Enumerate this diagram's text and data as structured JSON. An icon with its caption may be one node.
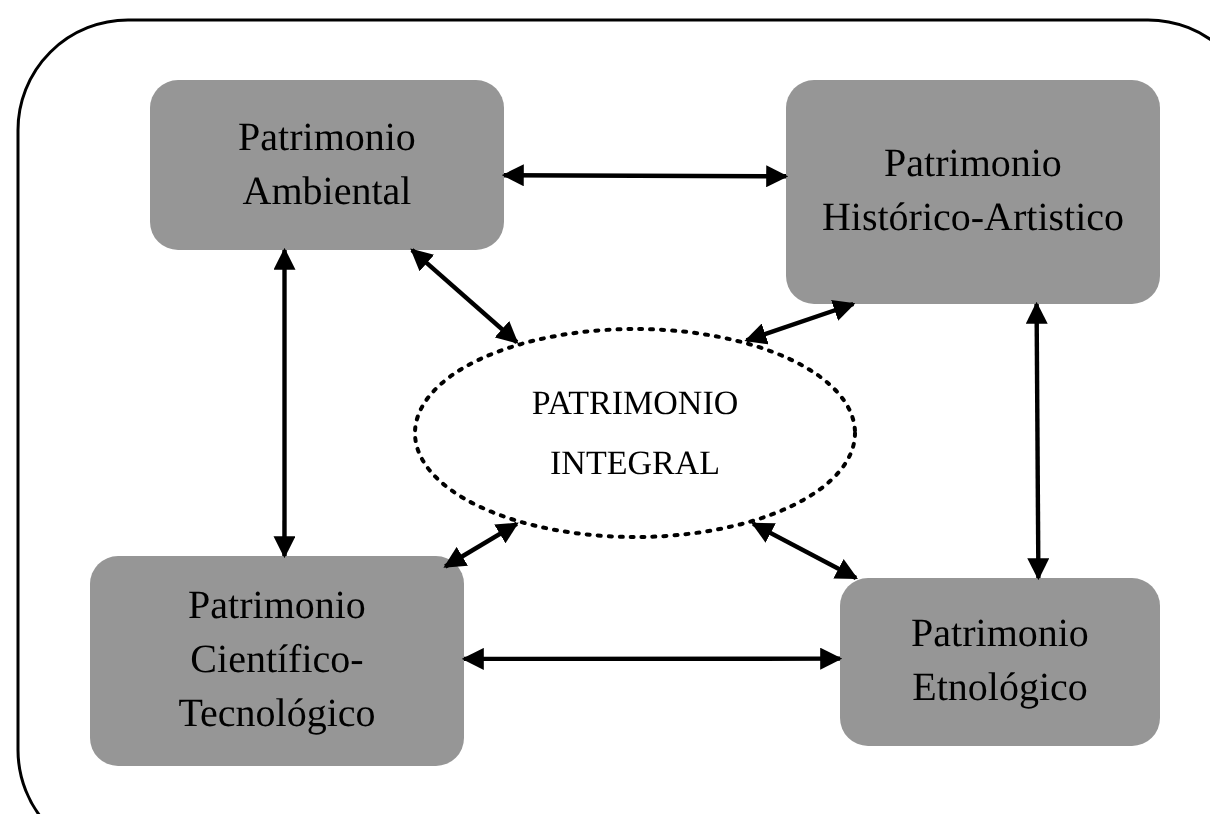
{
  "diagram": {
    "nodes": [
      {
        "text": [
          "Patrimonio Ambiental"
        ]
      },
      {
        "text": [
          "Patrimonio Histórico-Artistico"
        ]
      },
      {
        "text": [
          "PATRIMONIO INTEGRAL"
        ]
      },
      {
        "text": [
          "Patrimonio Científico-Tecnológico"
        ]
      },
      {
        "text": [
          "Patrimonio Etnológico"
        ]
      }
    ],
    "edges": [
      {
        "from": 0,
        "to": 1,
        "arrow": "both"
      },
      {
        "from": 0,
        "to": 3,
        "arrow": "both"
      },
      {
        "from": 0,
        "to": 2,
        "arrow": "both"
      },
      {
        "from": 1,
        "to": 2,
        "arrow": "both"
      },
      {
        "from": 1,
        "to": 4,
        "arrow": "both"
      },
      {
        "from": 2,
        "to": 3,
        "arrow": "both"
      },
      {
        "from": 2,
        "to": 4,
        "arrow": "both"
      },
      {
        "from": 3,
        "to": 4,
        "arrow": "both"
      }
    ]
  }
}
